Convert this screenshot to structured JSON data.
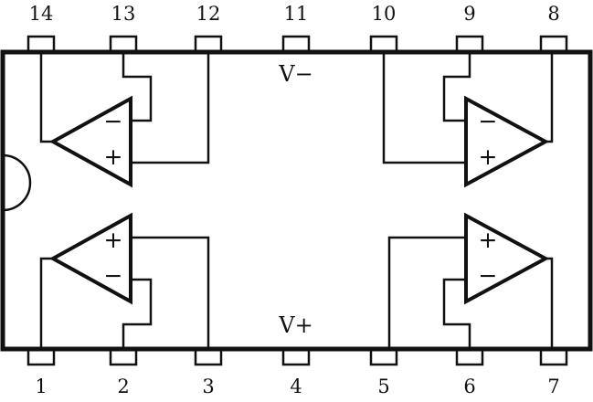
{
  "pins_top": [
    "14",
    "13",
    "12",
    "11",
    "10",
    "9",
    "8"
  ],
  "pins_bottom": [
    "1",
    "2",
    "3",
    "4",
    "5",
    "6",
    "7"
  ],
  "supply": {
    "negative": "V−",
    "positive": "V+"
  },
  "opamps": [
    {
      "top_input": "−",
      "bottom_input": "+"
    },
    {
      "top_input": "−",
      "bottom_input": "+"
    },
    {
      "top_input": "+",
      "bottom_input": "−"
    },
    {
      "top_input": "+",
      "bottom_input": "−"
    }
  ],
  "colors": {
    "ink": "#111111",
    "background": "#ffffff"
  }
}
